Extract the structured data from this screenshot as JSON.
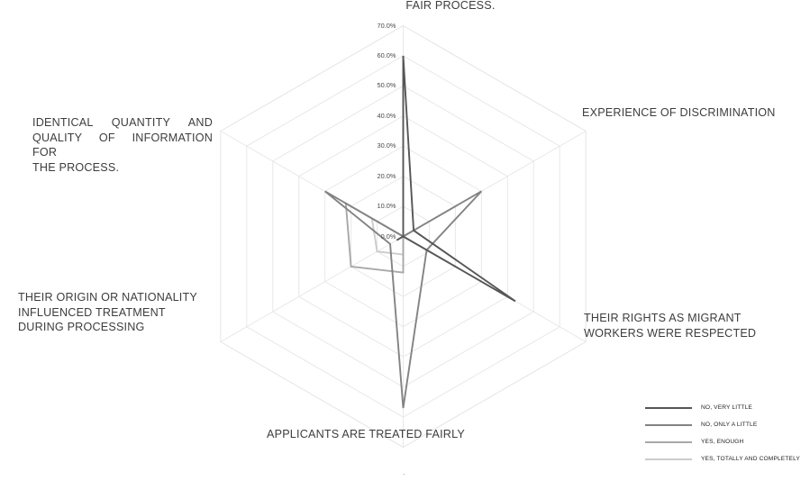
{
  "chart_data": {
    "type": "radar",
    "title": "",
    "categories": [
      "FAIR PROCESS.",
      "EXPERIENCE OF DISCRIMINATION",
      "THEIR RIGHTS AS MIGRANT WORKERS  WERE RESPECTED",
      "APPLICANTS  ARE TREATED FAIRLY",
      "THEIR ORIGIN OR NATIONALITY INFLUENCED TREATMENT DURING PROCESSING",
      "IDENTICAL QUANTITY AND QUALITY OF INFORMATION FOR THE PROCESS."
    ],
    "tick_labels": [
      "0.0%",
      "10.0%",
      "20.0%",
      "30.0%",
      "40.0%",
      "50.0%",
      "60.0%",
      "70.0%"
    ],
    "tick_values": [
      0,
      10,
      20,
      30,
      40,
      50,
      60,
      70
    ],
    "rlim": [
      0,
      70
    ],
    "grid": true,
    "legend_position": "bottom-right",
    "series": [
      {
        "name": "NO, VERY LITTLE",
        "color": "#565656",
        "values": [
          60.0,
          4.0,
          43.0,
          0.0,
          2.5,
          0.0
        ]
      },
      {
        "name": "NO, ONLY A LITTLE",
        "color": "#838383",
        "values": [
          0.0,
          30.0,
          9.0,
          57.0,
          5.0,
          30.0
        ]
      },
      {
        "name": "YES, ENOUGH",
        "color": "#a8a8a8",
        "values": [
          0.0,
          4.0,
          0.0,
          12.0,
          20.0,
          22.0
        ]
      },
      {
        "name": "YES, TOTALLY AND COMPLETELY",
        "color": "#cccccc",
        "values": [
          0.0,
          2.0,
          0.0,
          6.0,
          10.0,
          12.0
        ]
      }
    ]
  },
  "labels": {
    "fair_process": "FAIR PROCESS.",
    "experience": "EXPERIENCE OF DISCRIMINATION",
    "rights_line1": "THEIR RIGHTS AS MIGRANT",
    "rights_line2": "WORKERS  WERE RESPECTED",
    "applicants": "APPLICANTS  ARE TREATED FAIRLY",
    "origin_line1": "THEIR ORIGIN OR NATIONALITY",
    "origin_line2": "INFLUENCED TREATMENT",
    "origin_line3": "DURING PROCESSING",
    "identical_line1": "IDENTICAL QUANTITY AND",
    "identical_line2": "QUALITY OF INFORMATION FOR",
    "identical_line3": "THE PROCESS."
  },
  "legend": {
    "items": [
      {
        "label": "NO, VERY LITTLE",
        "color": "#565656"
      },
      {
        "label": "NO, ONLY A LITTLE",
        "color": "#838383"
      },
      {
        "label": "YES, ENOUGH",
        "color": "#a8a8a8"
      },
      {
        "label": "YES, TOTALLY AND COMPLETELY",
        "color": "#cccccc"
      }
    ]
  },
  "footer_mark": "."
}
